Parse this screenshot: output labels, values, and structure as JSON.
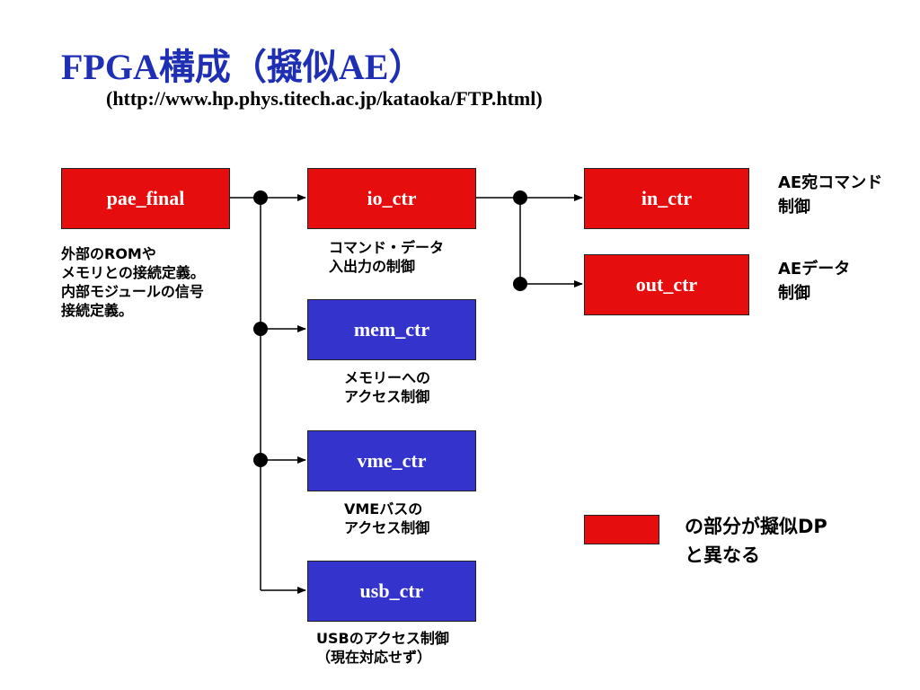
{
  "title": "FPGA構成（擬似AE）",
  "subtitle": "(http://www.hp.phys.titech.ac.jp/kataoka/FTP.html)",
  "modules": {
    "pae_final": "pae_final",
    "io_ctr": "io_ctr",
    "in_ctr": "in_ctr",
    "out_ctr": "out_ctr",
    "mem_ctr": "mem_ctr",
    "vme_ctr": "vme_ctr",
    "usb_ctr": "usb_ctr"
  },
  "notes": {
    "pae_final": [
      "外部のROMや",
      "メモリとの接続定義。",
      "内部モジュールの信号",
      "接続定義。"
    ],
    "io_ctr": [
      "コマンド・データ",
      "入出力の制御"
    ],
    "mem_ctr": [
      "メモリーへの",
      "アクセス制御"
    ],
    "vme_ctr": [
      "VMEバスの",
      "アクセス制御"
    ],
    "usb_ctr": [
      "USBのアクセス制御",
      "（現在対応せず）"
    ],
    "in_ctr": [
      "AE宛コマンド",
      "制御"
    ],
    "out_ctr": [
      "AEデータ",
      "制御"
    ]
  },
  "legend": {
    "lines": [
      "の部分が擬似DP",
      "と異なる"
    ]
  },
  "colors": {
    "title": "#1f2fb4",
    "differs_from_dp": "#e50d0d",
    "same_as_dp": "#3434cc"
  }
}
